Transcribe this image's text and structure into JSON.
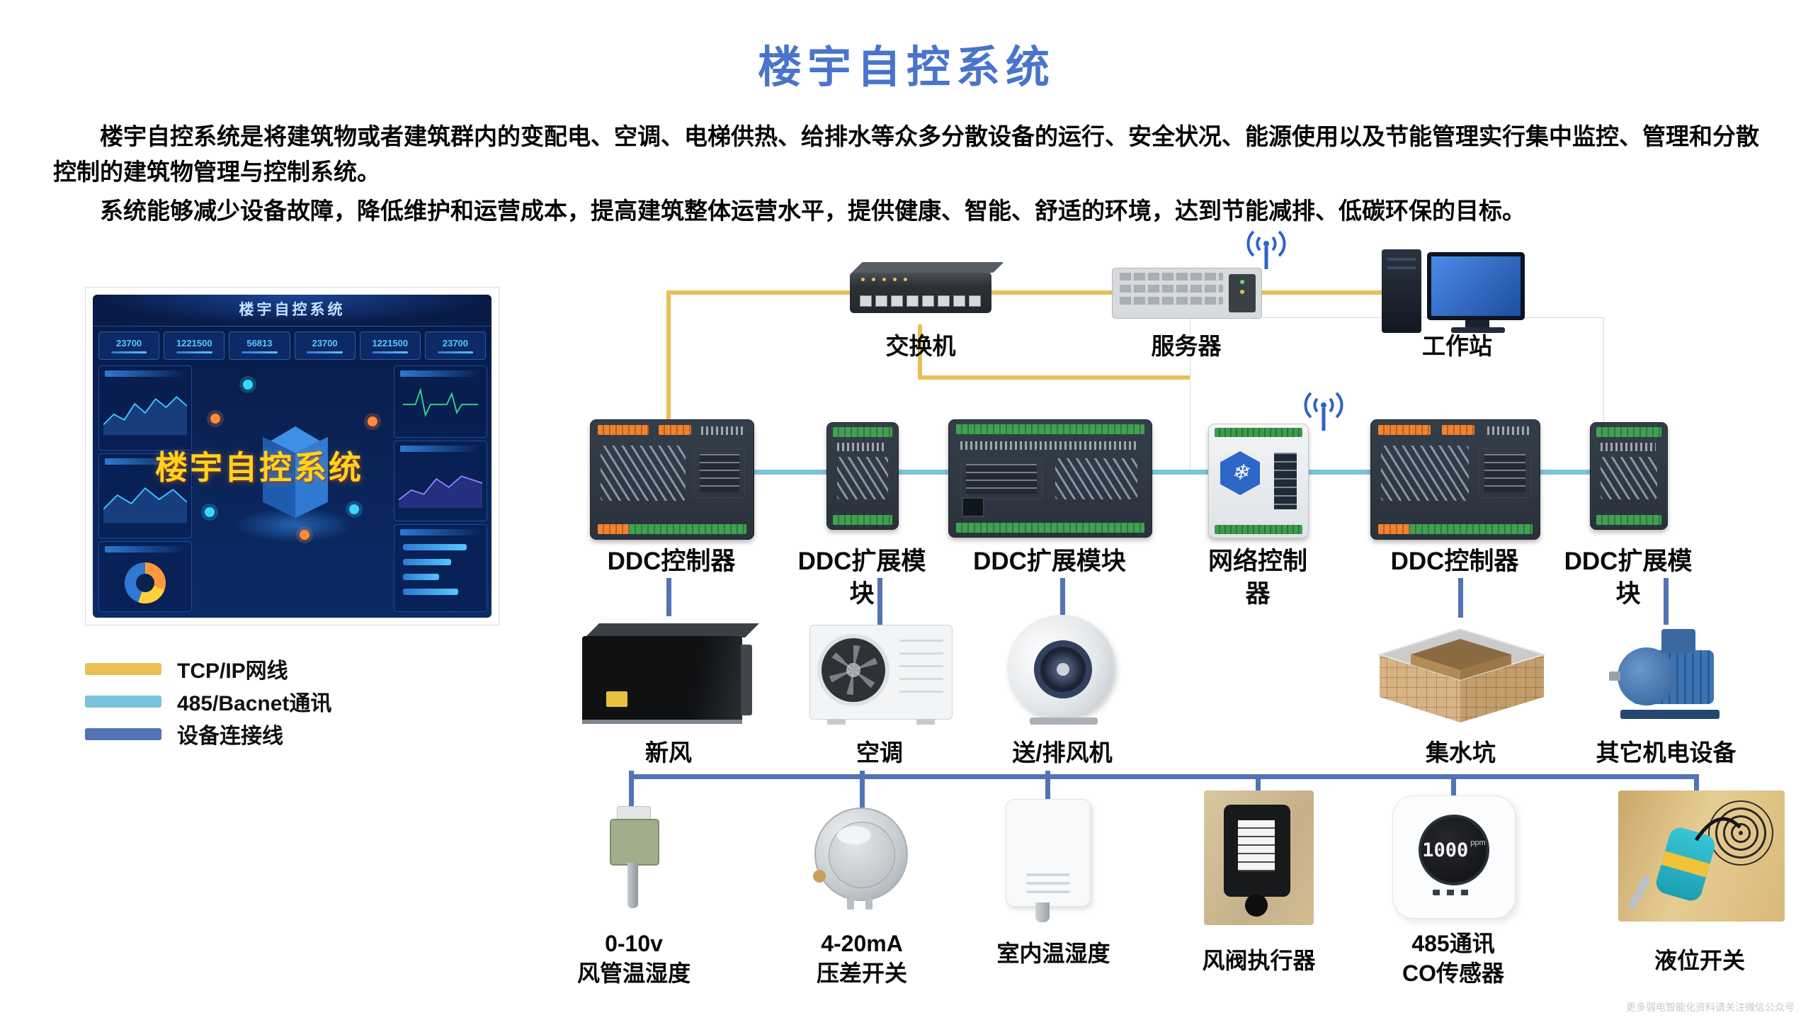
{
  "page": {
    "title": "楼宇自控系统",
    "intro_line1": "楼宇自控系统是将建筑物或者建筑群内的变配电、空调、电梯供热、给排水等众多分散设备的运行、安全状况、能源使用以及节能管理实行集中监控、管理和分散控制的建筑物管理与控制系统。",
    "intro_line2": "系统能够减少设备故障，降低维护和运营成本，提高建筑整体运营水平，提供健康、智能、舒适的环境，达到节能减排、低碳环保的目标。",
    "watermark": "更多弱电智能化资料请关注微信公众号"
  },
  "dashboard": {
    "header": "楼宇自控系统",
    "overlay": "楼宇自控系统",
    "stats": [
      "23700",
      "1221500",
      "56813",
      "23700",
      "1221500",
      "23700"
    ]
  },
  "legend": {
    "items": [
      {
        "label": "TCP/IP网线",
        "color": "#e9bf55"
      },
      {
        "label": "485/Bacnet通讯",
        "color": "#7ac3db"
      },
      {
        "label": "设备连接线",
        "color": "#5273b4"
      }
    ]
  },
  "icons": {
    "snowflake": "❄"
  },
  "devices": {
    "switch": {
      "label": "交换机"
    },
    "server": {
      "label": "服务器"
    },
    "workstation": {
      "label": "工作站"
    },
    "ddc1": {
      "label": "DDC控制器"
    },
    "exp1": {
      "label": "DDC扩展模块"
    },
    "exp2": {
      "label": "DDC扩展模块"
    },
    "net": {
      "label": "网络控制器"
    },
    "ddc2": {
      "label": "DDC控制器"
    },
    "exp3": {
      "label": "DDC扩展模块"
    },
    "fresh": {
      "label": "新风"
    },
    "ac": {
      "label": "空调"
    },
    "fan": {
      "label": "送/排风机"
    },
    "sump": {
      "label": "集水坑"
    },
    "motor": {
      "label": "其它机电设备"
    },
    "duct": {
      "label1": "0-10v",
      "label2": "风管温湿度"
    },
    "pressure": {
      "label1": "4-20mA",
      "label2": "压差开关"
    },
    "indoor": {
      "label": "室内温湿度"
    },
    "actuator": {
      "label": "风阀执行器"
    },
    "co": {
      "label1": "485通讯",
      "label2": "CO传感器",
      "display": "1000",
      "unit": "ppm"
    },
    "level": {
      "label": "液位开关"
    }
  }
}
